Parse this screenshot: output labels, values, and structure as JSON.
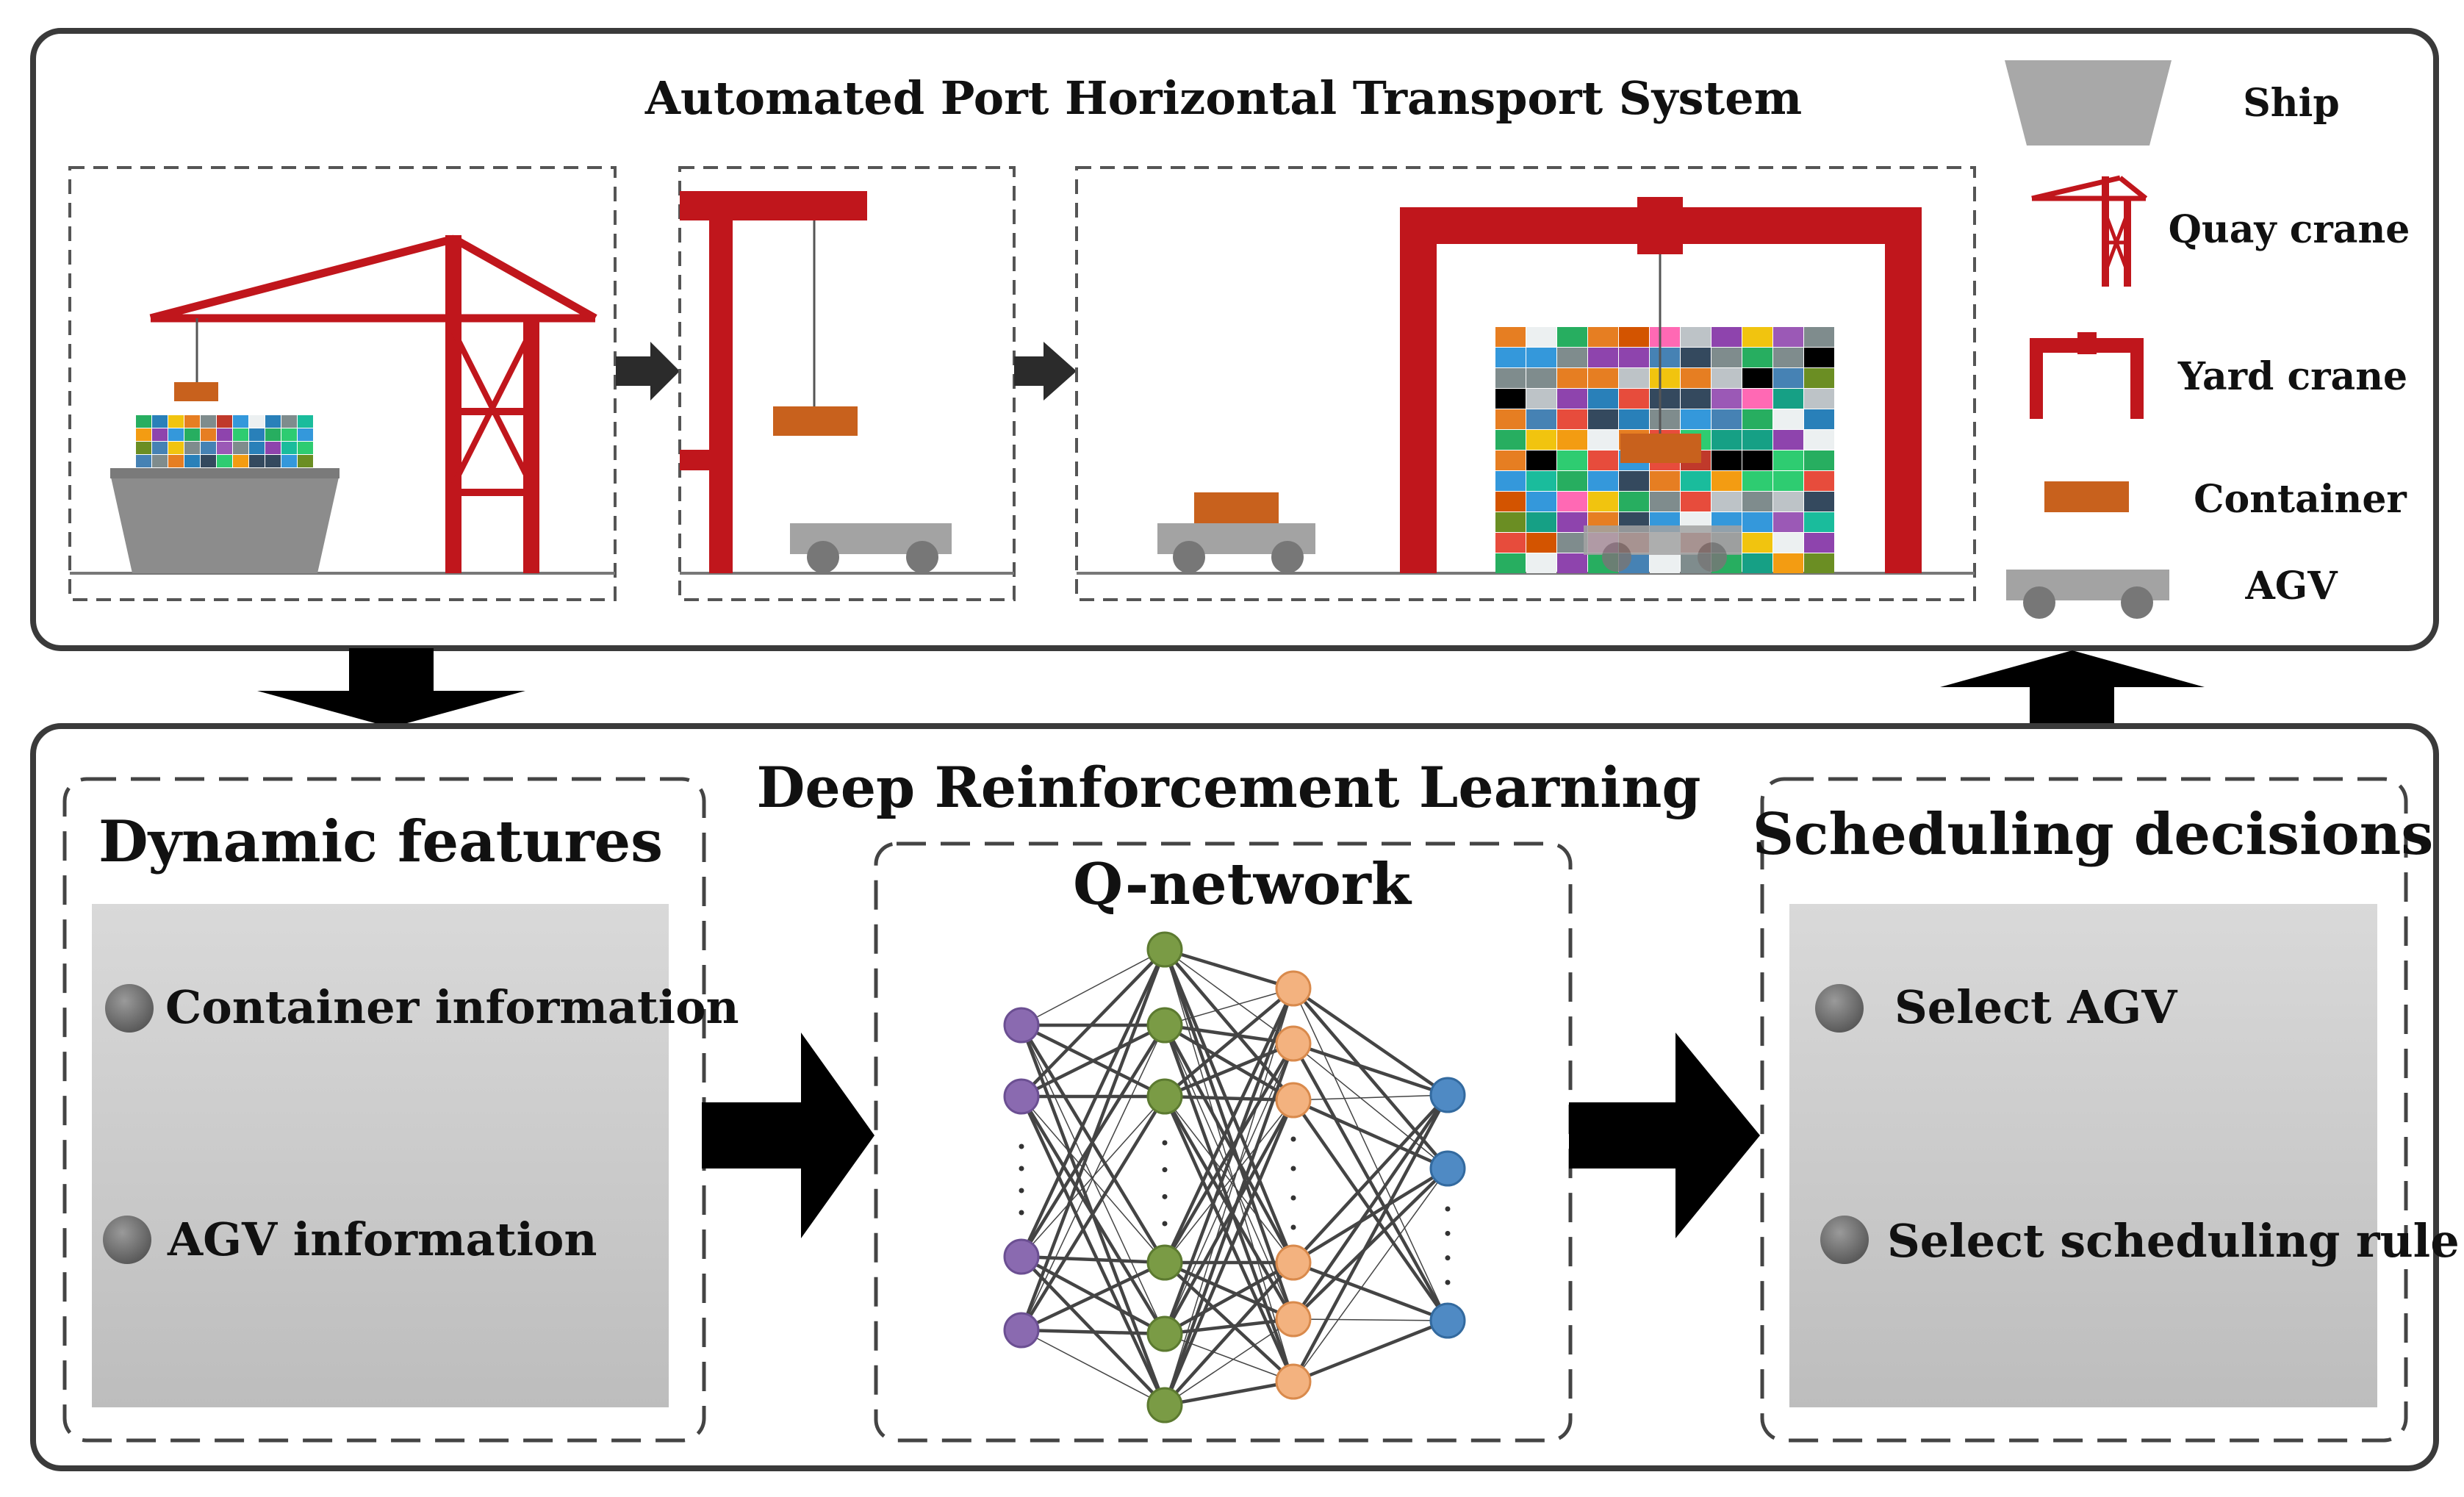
{
  "top_panel": {
    "title": "Automated Port Horizontal Transport System"
  },
  "legend": {
    "items": [
      {
        "label": "Ship",
        "icon": "ship-icon"
      },
      {
        "label": "Quay crane",
        "icon": "quay-crane-icon"
      },
      {
        "label": "Yard crane",
        "icon": "yard-crane-icon"
      },
      {
        "label": "Container",
        "icon": "container-icon"
      },
      {
        "label": "AGV",
        "icon": "agv-icon"
      }
    ]
  },
  "bottom_panel": {
    "title": "Deep Reinforcement Learning",
    "dynamic_features": {
      "title": "Dynamic features",
      "items": [
        "Container information",
        "AGV information"
      ]
    },
    "q_network": {
      "title": "Q-network"
    },
    "scheduling_decisions": {
      "title": "Scheduling decisions",
      "items": [
        "Select AGV",
        "Select scheduling rule"
      ]
    }
  },
  "colors": {
    "crane_red": "#c0161c",
    "ship_gray": "#909090",
    "container_orange": "#c8611d",
    "agv_gray": "#a3a3a3",
    "layer1": "#8a6ab0",
    "layer2": "#7a9b45",
    "layer3": "#f3b27f",
    "layer4": "#4f8ac4"
  }
}
